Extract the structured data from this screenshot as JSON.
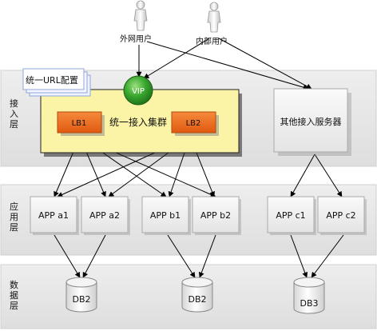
{
  "users": {
    "external": "外网用户",
    "internal": "内部用户"
  },
  "layers": {
    "access": "接入层",
    "app": "应用层",
    "data": "数据层"
  },
  "access": {
    "url_config": "统一URL配置",
    "vip": "VIP",
    "cluster": "统一接入集群",
    "lb1": "LB1",
    "lb2": "LB2",
    "other_service": "其他接入服务器"
  },
  "apps": {
    "a1": "APP a1",
    "a2": "APP a2",
    "b1": "APP b1",
    "b2": "APP b2",
    "c1": "APP c1",
    "c2": "APP c2"
  },
  "databases": {
    "db_a": "DB2",
    "db_b": "DB2",
    "db_c": "DB3"
  },
  "colors": {
    "layer_band": "#e9e9e9",
    "cluster_fill": "#fbf4a6",
    "lb_fill": "#ef6a18",
    "vip_fill": "#2f9a2a",
    "box_fill": "#f1f1f1"
  }
}
